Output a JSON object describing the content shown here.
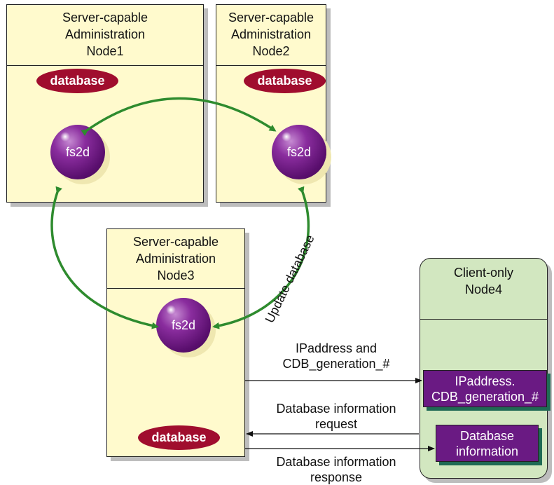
{
  "nodes": {
    "node1": {
      "title": "Server-capable\nAdministration\nNode1",
      "database": "database",
      "daemon": "fs2d"
    },
    "node2": {
      "title": "Server-capable\nAdministration\nNode2",
      "database": "database",
      "daemon": "fs2d"
    },
    "node3": {
      "title": "Server-capable\nAdministration\nNode3",
      "database": "database",
      "daemon": "fs2d"
    },
    "node4": {
      "title": "Client-only\nNode4",
      "box_ip": "IPaddress.\nCDB_generation_#",
      "box_db": "Database\ninformation"
    }
  },
  "labels": {
    "update_database": "Update database",
    "msg_ip": "IPaddress and\nCDB_generation_#",
    "msg_request": "Database information\nrequest",
    "msg_response": "Database information\nresponse"
  },
  "colors": {
    "node_fill": "#fffacd",
    "client_fill": "#d2e7c0",
    "database_oval": "#a00d2e",
    "fs2d_sphere": "#6a1a83",
    "sync_arrow": "#2e8b2e"
  }
}
